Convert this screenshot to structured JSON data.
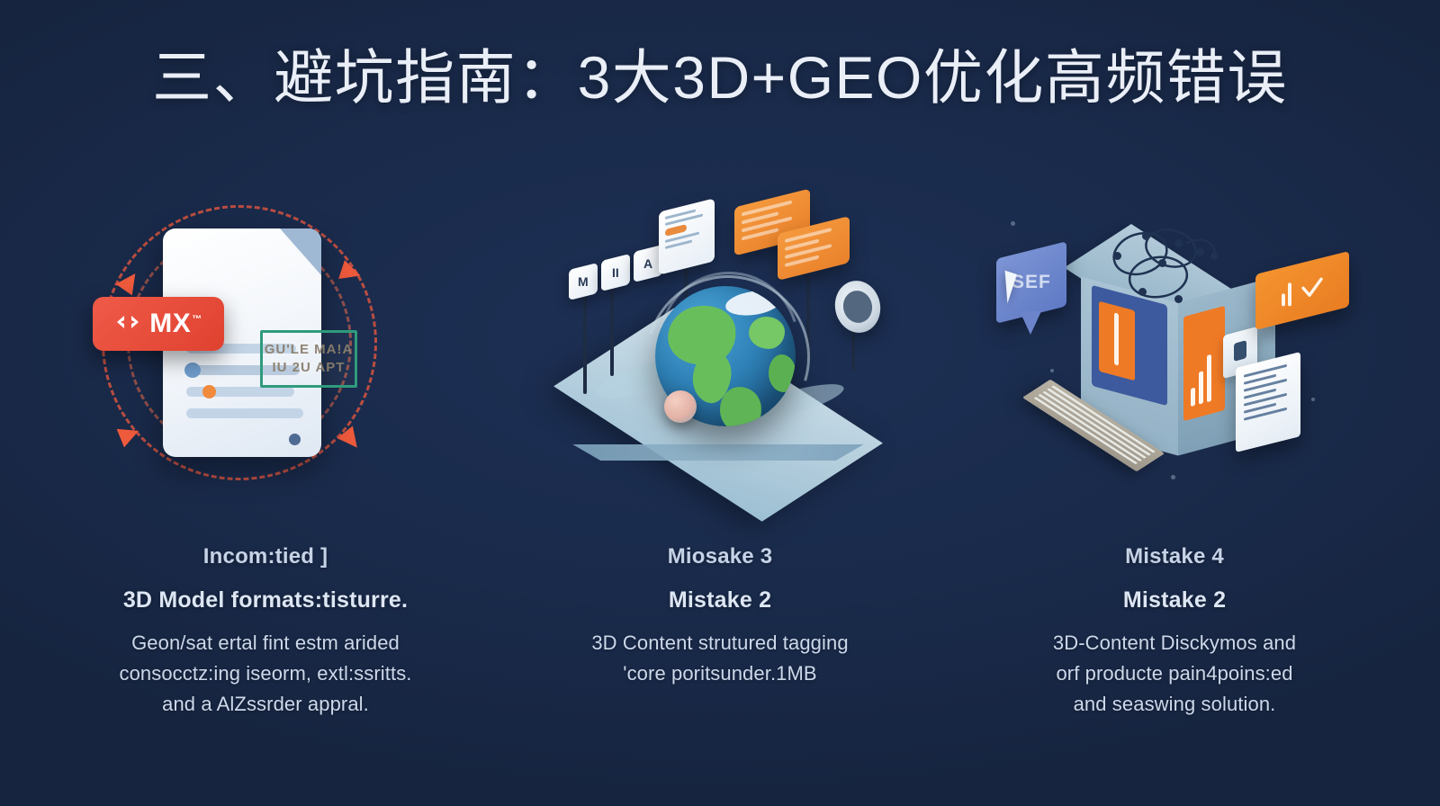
{
  "slide": {
    "title": "三、避坑指南：3大3D+GEO优化高频错误",
    "background_color": "#16243f",
    "title_color": "#e9eef7"
  },
  "cards": [
    {
      "heading_1": "Incom:tied ]",
      "heading_2": "3D Model formats:tisturre.",
      "body_lines": [
        "Geon/sat ertal fint estm arided",
        "consocctz:ing iseorm, extl:ssritts.",
        "and a AlZssrder appral."
      ],
      "illustration": {
        "name": "document-format-error-illustration",
        "badge_label": "MX",
        "badge_trademark": "™",
        "badge_color": "#e8473f",
        "badge_icon": "code-brackets-icon",
        "green_box_line_1": "GU'LE MA!A",
        "green_box_line_2": "IU 2U APT",
        "green_box_color": "#2f9b7c",
        "dashed_circle_color": "#e2563f"
      }
    },
    {
      "heading_1": "Miosake 3",
      "heading_2": "Mistake 2",
      "body_lines": [
        "3D Content strutured tagging",
        "'core poritsunder.1MB"
      ],
      "illustration": {
        "name": "globe-geo-tagging-illustration",
        "globe_land_color": "#69be5c",
        "globe_ocean_color": "#2f82b8",
        "platform_color": "#b4cedd",
        "sign_color": "#ef7a26",
        "sign_labels": [
          "M",
          "II",
          "A"
        ]
      }
    },
    {
      "heading_1": "Mistake 4",
      "heading_2": "Mistake 2",
      "body_lines": [
        "3D-Content Disckymos and",
        "orf producte pain4poins:ed",
        "and seaswing solution."
      ],
      "illustration": {
        "name": "content-cube-network-illustration",
        "cube_color": "#9dbbcd",
        "accent_orange": "#ef7a26",
        "accent_blue": "#3d5a9e",
        "speech_label": "SEF",
        "check_icon": "check-mark-icon"
      }
    }
  ]
}
